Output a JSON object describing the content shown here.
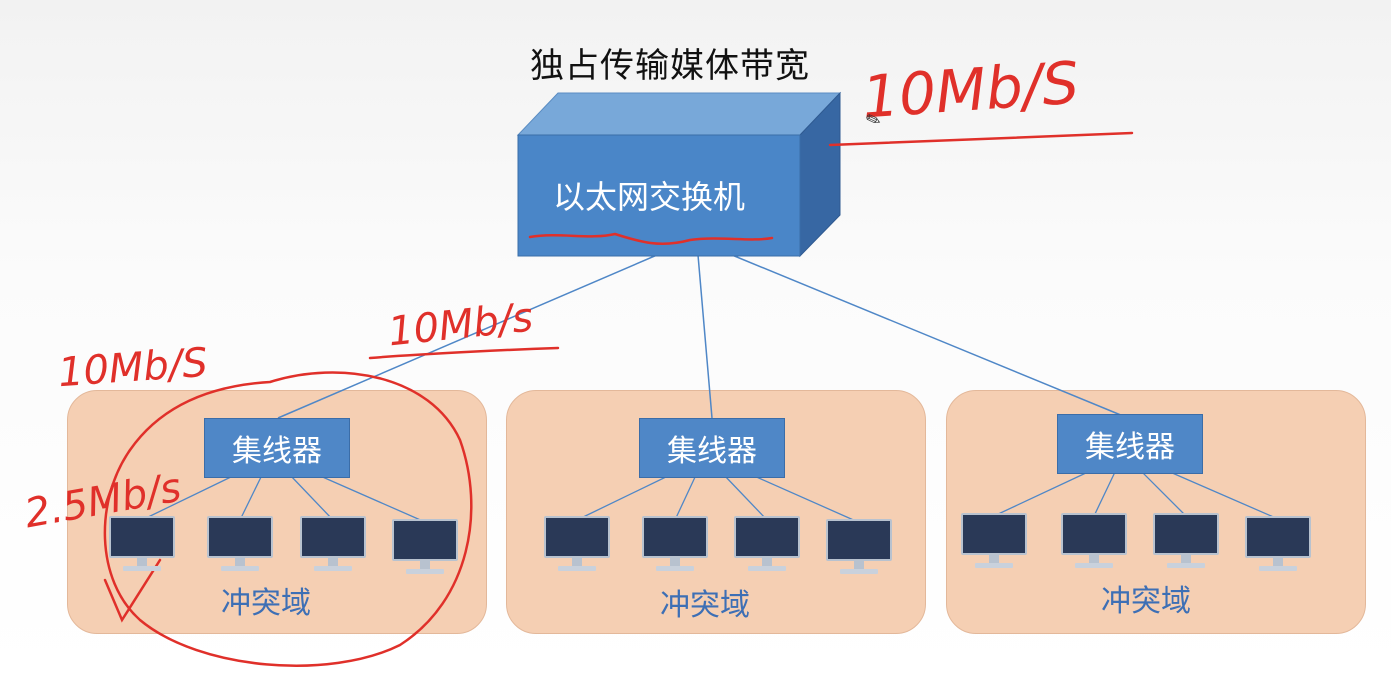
{
  "diagram": {
    "title": "独占传输媒体带宽",
    "switch_label": "以太网交换机",
    "domains": [
      {
        "hub_label": "集线器",
        "domain_label": "冲突域",
        "pc_count": 4
      },
      {
        "hub_label": "集线器",
        "domain_label": "冲突域",
        "pc_count": 4
      },
      {
        "hub_label": "集线器",
        "domain_label": "冲突域",
        "pc_count": 4
      }
    ]
  },
  "annotations": {
    "switch_bandwidth": "10Mb/S",
    "link_bandwidth": "10Mb/s",
    "hub_bandwidth": "10Mb/S",
    "pc_bandwidth": "2.5Mb/s",
    "ink_color": "#e0302a"
  },
  "colors": {
    "switch_front": "#4a86c8",
    "switch_top": "#78a8d9",
    "switch_side": "#3767a3",
    "hub": "#4f87c7",
    "domain_fill": "#f5cfb3",
    "domain_text": "#3d6fb5",
    "link": "#4f87c7"
  }
}
